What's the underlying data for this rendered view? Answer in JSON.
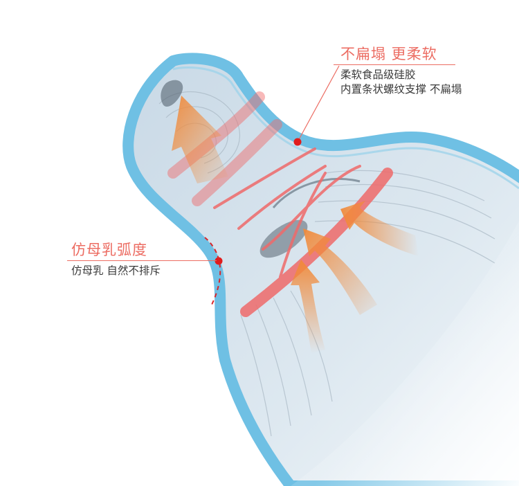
{
  "features": {
    "no_collapse": {
      "title": "不扁塌  更柔软",
      "line1": "柔软食品级硅胶",
      "line2": "内置条状螺纹支撑 不扁塌"
    },
    "breast_curve": {
      "title": "仿母乳弧度",
      "line1": "仿母乳 自然不排斥"
    }
  },
  "colors": {
    "accent": "#ec6c62",
    "nipple_edge": "#6fc0e4",
    "arrow": "#f18a3a",
    "support_rib": "#ef6a6a",
    "text": "#3a3a3a"
  }
}
